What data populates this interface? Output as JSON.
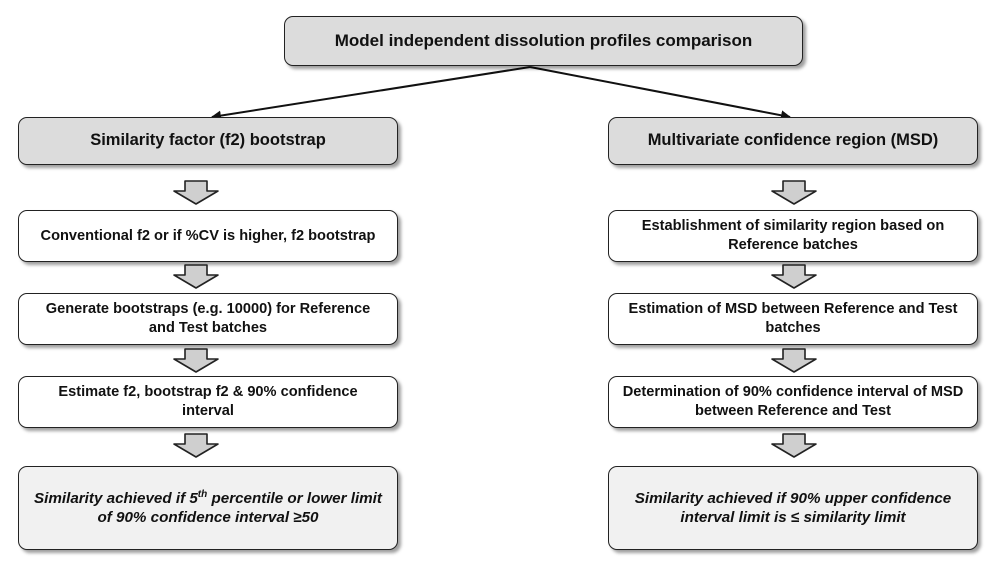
{
  "title": "Model independent dissolution profiles comparison",
  "left": {
    "header": "Similarity  factor (f2) bootstrap",
    "steps": [
      "Conventional f2 or if %CV is higher, f2 bootstrap",
      "Generate bootstraps (e.g. 10000) for Reference and Test batches",
      "Estimate f2, bootstrap f2 & 90% confidence interval"
    ],
    "result_part1": "Similarity achieved  if 5",
    "result_sup": "th",
    "result_part2": " percentile or lower limit of 90% confidence interval ≥50"
  },
  "right": {
    "header": "Multivariate confidence region (MSD)",
    "steps": [
      "Establishment of similarity region based on Reference batches",
      "Estimation of MSD between Reference and Test batches",
      "Determination of 90% confidence interval of MSD between Reference and Test"
    ],
    "result": "Similarity achieved  if 90% upper confidence  interval limit is ≤ similarity limit"
  },
  "colors": {
    "header_fill": "#dcdcdc",
    "step_fill": "#ffffff",
    "result_fill": "#f1f1f1",
    "border": "#222222"
  }
}
